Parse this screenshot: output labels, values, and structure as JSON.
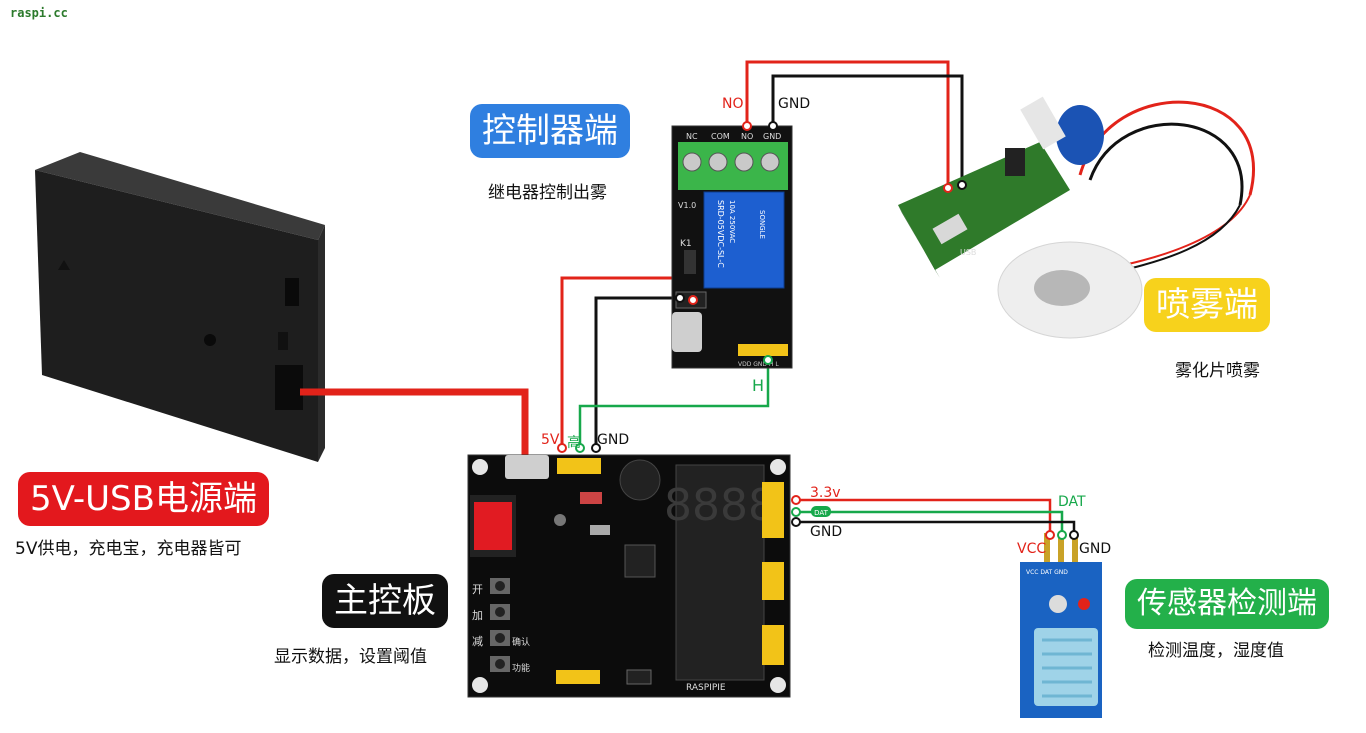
{
  "watermark": "raspi.cc",
  "colors": {
    "wire_red": "#e2231a",
    "wire_black": "#111111",
    "wire_green": "#17a84b",
    "blue_pill": "#2f7fe0",
    "yellow_pill": "#f7d21c",
    "red_pill": "#e3181d",
    "green_pill": "#23b04a",
    "black_pill": "#111111"
  },
  "power": {
    "title": "5V-USB电源端",
    "caption": "5V供电，充电宝，充电器皆可"
  },
  "controller": {
    "title": "控制器端",
    "caption": "继电器控制出雾"
  },
  "sprayer": {
    "title": "喷雾端",
    "caption": "雾化片喷雾"
  },
  "mainboard": {
    "title": "主控板",
    "caption": "显示数据，设置阈值"
  },
  "sensor": {
    "title": "传感器检测端",
    "caption": "检测温度，湿度值"
  },
  "wires": {
    "relay_no": "NO",
    "relay_gnd": "GND",
    "board_5v": "5V",
    "board_high": "高",
    "board_gnd": "GND",
    "relay_h": "H",
    "sensor_33v": "3.3v",
    "sensor_dat": "DAT",
    "sensor_gnd": "GND",
    "dht_vcc": "VCC",
    "dht_dat": "DAT",
    "dht_gnd": "GND"
  },
  "relay_board": {
    "terminals": [
      "NC",
      "COM",
      "NO",
      "GND"
    ],
    "version": "V1.0",
    "relay_text": [
      "SRD-05VDC-SL-C",
      "10A 250VAC",
      "SONGLE"
    ],
    "k1": "K1",
    "header": "VDD GND H L"
  },
  "main_board": {
    "label": "RASPIPIE",
    "digits": "8888",
    "buttons": [
      "开",
      "加",
      "减",
      "确认",
      "功能"
    ],
    "dat_tag": "DAT"
  },
  "sensor_board": {
    "pins": "VCC DAT GND"
  },
  "spray_board": {
    "usb": "USB"
  }
}
